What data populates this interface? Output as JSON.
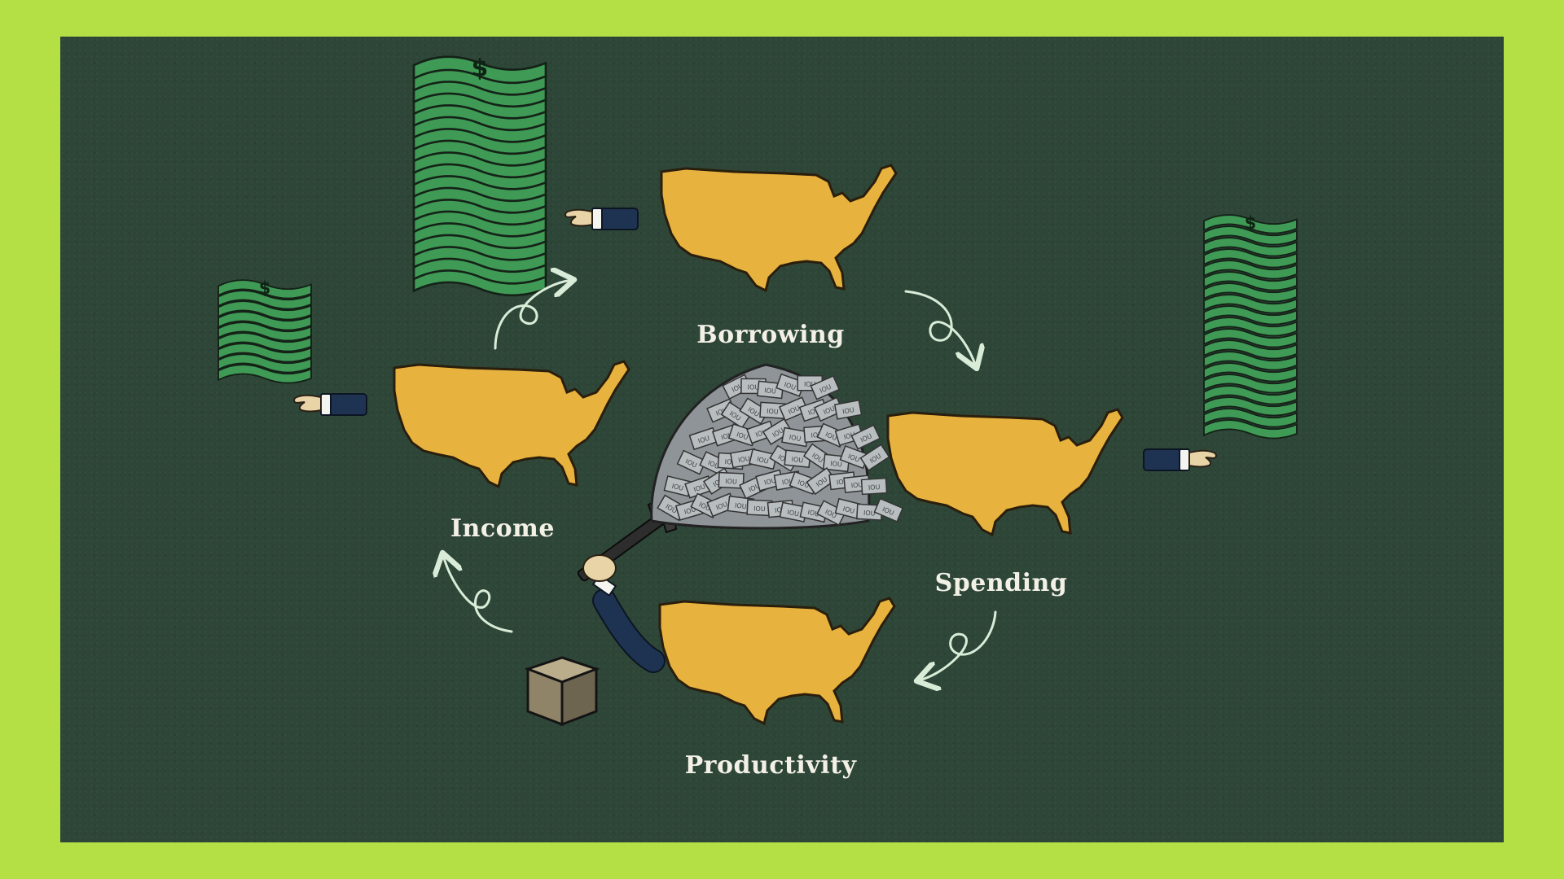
{
  "diagram": {
    "stages": [
      {
        "id": "borrowing",
        "label": "Borrowing"
      },
      {
        "id": "spending",
        "label": "Spending"
      },
      {
        "id": "productivity",
        "label": "Productivity"
      },
      {
        "id": "income",
        "label": "Income"
      }
    ],
    "flow": [
      {
        "from": "borrowing",
        "to": "spending"
      },
      {
        "from": "spending",
        "to": "productivity"
      },
      {
        "from": "productivity",
        "to": "income"
      },
      {
        "from": "income",
        "to": "borrowing"
      }
    ],
    "debt_pile_note": "IOU",
    "money_symbol": "$",
    "colors": {
      "background_frame": "#b4df45",
      "chalkboard": "#2e4638",
      "map_fill": "#e8b23e",
      "money_green": "#3f9a55",
      "label_text": "#f3f0e6",
      "arrow": "#d9ecd8",
      "iou_paper": "#b8bdbf",
      "sleeve": "#1e3352"
    },
    "icons": [
      "usa-map-icon",
      "cash-stack-icon",
      "iou-pile-icon",
      "hammer-icon",
      "cardboard-box-icon",
      "hand-reaching-icon",
      "curly-arrow-icon"
    ]
  }
}
